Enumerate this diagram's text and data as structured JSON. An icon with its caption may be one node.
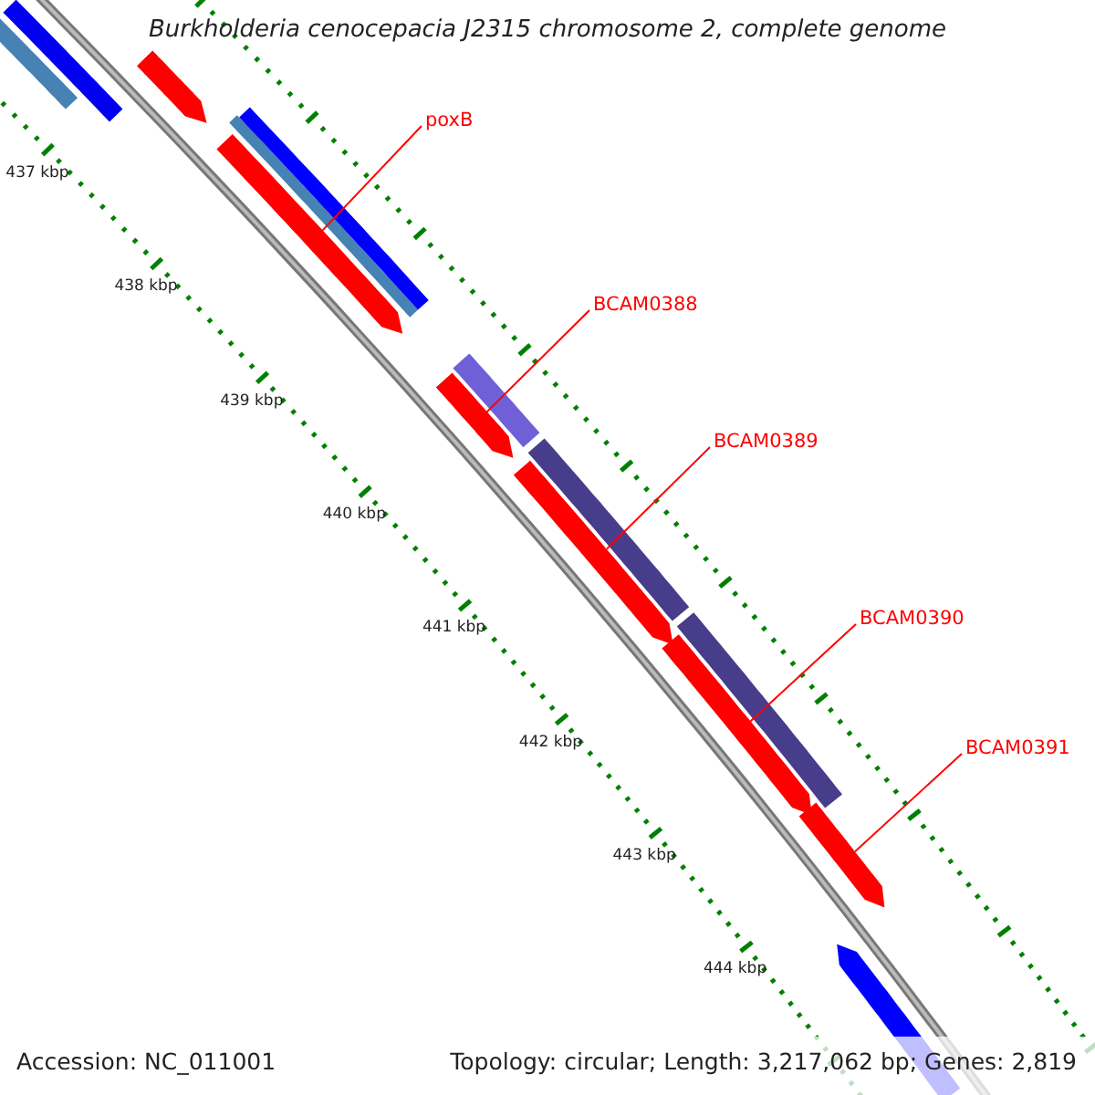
{
  "diagram": {
    "title": "Burkholderia cenocepacia J2315 chromosome 2, complete genome",
    "nodes": [
      {
        "text": [
          "poxB"
        ]
      },
      {
        "text": [
          "BCAM0388"
        ]
      },
      {
        "text": [
          "BCAM0389"
        ]
      },
      {
        "text": [
          "BCAM0390"
        ]
      },
      {
        "text": [
          "BCAM0391"
        ]
      },
      {
        "text": [],
        "shape": "bar"
      },
      {
        "text": [],
        "shape": "bar"
      },
      {
        "text": [],
        "shape": "bar"
      },
      {
        "text": [],
        "shape": "bar"
      },
      {
        "text": [],
        "shape": "bar"
      },
      {
        "text": [],
        "shape": "bar"
      }
    ],
    "edges": [
      {
        "from": 0,
        "to": 5,
        "arrow": "none"
      },
      {
        "from": 1,
        "to": 6,
        "arrow": "none"
      },
      {
        "from": 2,
        "to": 7,
        "arrow": "none"
      },
      {
        "from": 3,
        "to": 8,
        "arrow": "none"
      },
      {
        "from": 4,
        "to": 9,
        "arrow": "none"
      }
    ],
    "labels": [
      "437 kbp",
      "438 kbp",
      "439 kbp",
      "440 kbp",
      "441 kbp",
      "442 kbp",
      "443 kbp",
      "444 kbp",
      "Accession: NC_011001",
      "Topology: circular; Length: 3,217,062 bp; Genes: 2,819"
    ]
  }
}
